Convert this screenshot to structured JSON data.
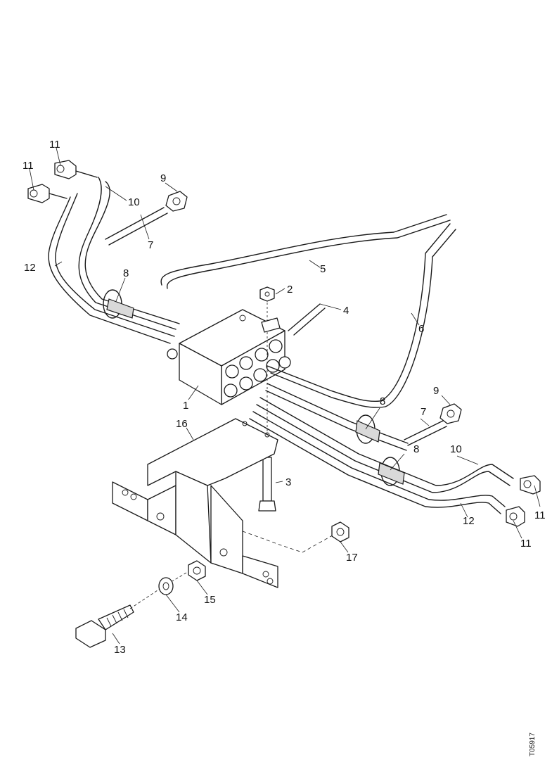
{
  "diagram": {
    "callouts": {
      "c1": "1",
      "c2": "2",
      "c3": "3",
      "c4": "4",
      "c5": "5",
      "c6": "6",
      "c7_left": "7",
      "c7_right": "7",
      "c8_left": "8",
      "c8_mid": "8",
      "c8_right": "8",
      "c9_left": "9",
      "c9_right": "9",
      "c10_left": "10",
      "c10_right": "10",
      "c11_left_a": "11",
      "c11_left_b": "11",
      "c11_right_a": "11",
      "c11_right_b": "11",
      "c12_left": "12",
      "c12_right": "12",
      "c13": "13",
      "c14": "14",
      "c15": "15",
      "c16": "16",
      "c17": "17"
    },
    "drawing_code": "T05917"
  }
}
